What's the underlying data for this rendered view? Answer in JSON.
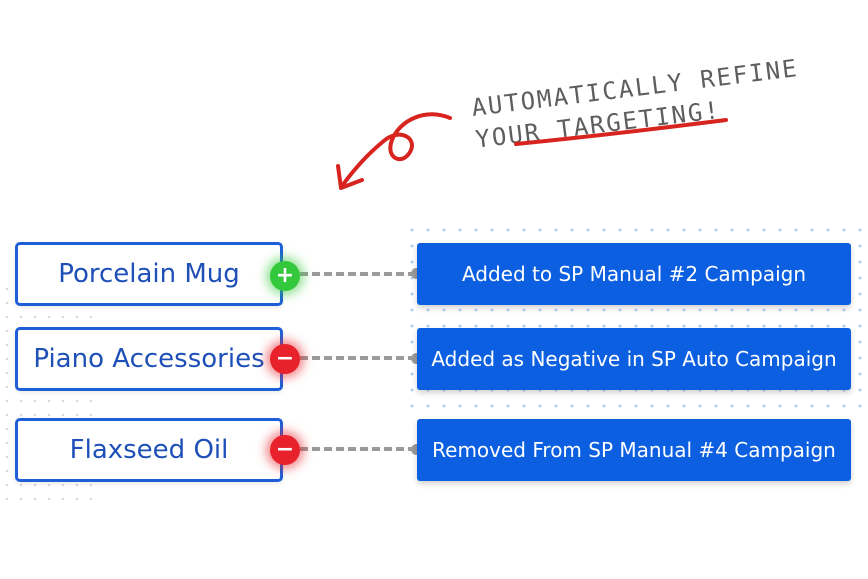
{
  "annotation": {
    "line1": "AUTOMATICALLY REFINE",
    "line2": "YOUR TARGETING!"
  },
  "rows": [
    {
      "keyword": "Porcelain Mug",
      "status": "plus",
      "status_icon": "plus-icon",
      "status_color": "#34c83c",
      "result": "Added to SP Manual #2 Campaign"
    },
    {
      "keyword": "Piano Accessories",
      "status": "minus",
      "status_icon": "minus-icon",
      "status_color": "#e8222a",
      "result": "Added as Negative in SP Auto Campaign"
    },
    {
      "keyword": "Flaxseed Oil",
      "status": "minus",
      "status_icon": "minus-icon",
      "status_color": "#e8222a",
      "result": "Removed From SP Manual #4 Campaign"
    }
  ],
  "colors": {
    "keyword_border": "#1e5fd8",
    "keyword_text": "#1e50b8",
    "result_fill": "#0b5fe0",
    "connector": "#9a9a9a",
    "annotation_arrow": "#d8241f",
    "annotation_text": "#5e5e5e"
  }
}
